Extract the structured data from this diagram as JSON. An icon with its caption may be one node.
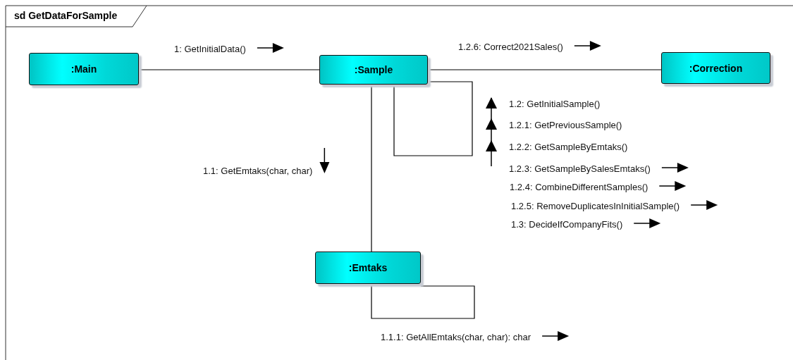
{
  "diagram": {
    "title": "sd GetDataForSample",
    "nodes": [
      {
        "text": [
          ":Main"
        ]
      },
      {
        "text": [
          ":Sample"
        ]
      },
      {
        "text": [
          ":Correction"
        ]
      },
      {
        "text": [
          ":Emtaks"
        ]
      }
    ],
    "edges": [
      {
        "from": 0,
        "to": 1,
        "arrow": "none"
      },
      {
        "from": 1,
        "to": 2,
        "arrow": "none"
      },
      {
        "from": 1,
        "to": 3,
        "arrow": "none"
      },
      {
        "from": 1,
        "to": 1,
        "arrow": "none"
      },
      {
        "from": 3,
        "to": 3,
        "arrow": "none"
      }
    ],
    "labels": [
      "1.2.6: Correct2021Sales()",
      "1: GetInitialData()",
      "1.2: GetInitialSample()",
      "1.2.1: GetPreviousSample()",
      "1.2.2: GetSampleByEmtaks()",
      "1.2.3: GetSampleBySalesEmtaks()",
      "1.2.4: CombineDifferentSamples()",
      "1.2.5: RemoveDuplicatesInInitialSample()",
      "1.3: DecideIfCompanyFits()",
      "1.1: GetEmtaks(char, char)",
      "1.1.1: GetAllEmtaks(char, char): char"
    ]
  }
}
